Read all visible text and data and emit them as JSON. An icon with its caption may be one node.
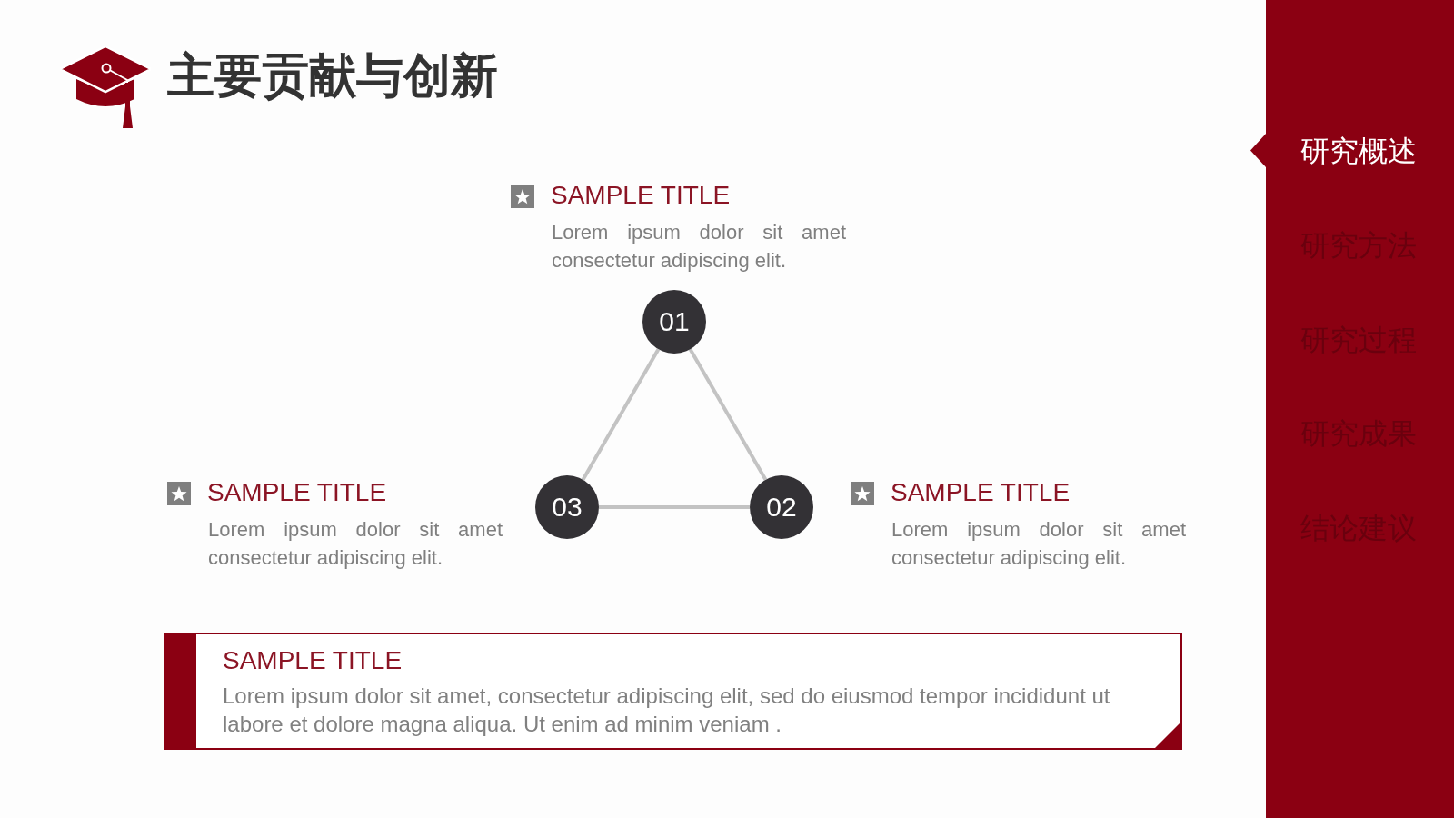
{
  "diagram": {
    "title": "主要贡献与创新",
    "nodes": [
      {
        "text": [
          "01"
        ],
        "beside": [
          "SAMPLE TITLE",
          "Lorem ipsum dolor sit amet consectetur adipiscing elit."
        ]
      },
      {
        "text": [
          "03"
        ],
        "beside": [
          "SAMPLE TITLE",
          "Lorem ipsum dolor sit amet consectetur adipiscing elit."
        ]
      },
      {
        "text": [
          "02"
        ],
        "beside": [
          "SAMPLE TITLE",
          "Lorem ipsum dolor sit amet consectetur adipiscing elit."
        ]
      },
      {
        "text": [
          "SAMPLE TITLE",
          "Lorem ipsum dolor sit amet, consectetur adipiscing elit, sed do eiusmod tempor incididunt ut labore et dolore magna aliqua. Ut enim ad minim veniam ."
        ]
      },
      {
        "text": [
          "研究概述",
          "研究方法",
          "研究过程",
          "研究成果",
          "结论建议"
        ]
      }
    ],
    "edges": [
      {
        "from": 0,
        "to": 2,
        "arrow": "none"
      },
      {
        "from": 2,
        "to": 1,
        "arrow": "none"
      },
      {
        "from": 1,
        "to": 0,
        "arrow": "none"
      }
    ]
  }
}
